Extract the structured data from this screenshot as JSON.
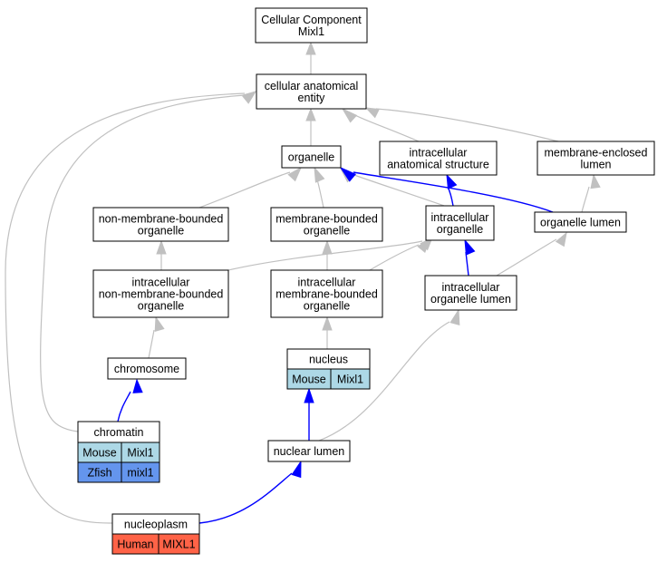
{
  "colors": {
    "edge_is_a": "#c0c0c0",
    "edge_part_of": "#0000ff",
    "mouse_cell": "#add8e6",
    "zfish_cell": "#6495ed",
    "human_cell": "#ff6347"
  },
  "nodes": {
    "cc_mixl1": {
      "lines": [
        "Cellular Component",
        "Mixl1"
      ]
    },
    "cellular_anatomical_entity": {
      "lines": [
        "cellular anatomical",
        "entity"
      ]
    },
    "organelle": {
      "lines": [
        "organelle"
      ]
    },
    "intracellular_anatomical_structure": {
      "lines": [
        "intracellular",
        "anatomical structure"
      ]
    },
    "membrane_enclosed_lumen": {
      "lines": [
        "membrane-enclosed",
        "lumen"
      ]
    },
    "non_membrane_bounded_organelle": {
      "lines": [
        "non-membrane-bounded",
        "organelle"
      ]
    },
    "membrane_bounded_organelle": {
      "lines": [
        "membrane-bounded",
        "organelle"
      ]
    },
    "intracellular_organelle": {
      "lines": [
        "intracellular",
        "organelle"
      ]
    },
    "organelle_lumen": {
      "lines": [
        "organelle lumen"
      ]
    },
    "intracellular_non_membrane_bounded_organelle": {
      "lines": [
        "intracellular",
        "non-membrane-bounded",
        "organelle"
      ]
    },
    "intracellular_membrane_bounded_organelle": {
      "lines": [
        "intracellular",
        "membrane-bounded",
        "organelle"
      ]
    },
    "intracellular_organelle_lumen": {
      "lines": [
        "intracellular",
        "organelle lumen"
      ]
    },
    "chromosome": {
      "lines": [
        "chromosome"
      ]
    },
    "nucleus": {
      "lines": [
        "nucleus"
      ],
      "annotations": [
        {
          "species": "Mouse",
          "gene": "Mixl1",
          "color": "#add8e6"
        }
      ]
    },
    "chromatin": {
      "lines": [
        "chromatin"
      ],
      "annotations": [
        {
          "species": "Mouse",
          "gene": "Mixl1",
          "color": "#add8e6"
        },
        {
          "species": "Zfish",
          "gene": "mixl1",
          "color": "#6495ed"
        }
      ]
    },
    "nuclear_lumen": {
      "lines": [
        "nuclear lumen"
      ]
    },
    "nucleoplasm": {
      "lines": [
        "nucleoplasm"
      ],
      "annotations": [
        {
          "species": "Human",
          "gene": "MIXL1",
          "color": "#ff6347"
        }
      ]
    }
  },
  "edges": [
    {
      "from": "cellular_anatomical_entity",
      "to": "cc_mixl1",
      "type": "is_a"
    },
    {
      "from": "organelle",
      "to": "cellular_anatomical_entity",
      "type": "is_a"
    },
    {
      "from": "intracellular_anatomical_structure",
      "to": "cellular_anatomical_entity",
      "type": "is_a"
    },
    {
      "from": "membrane_enclosed_lumen",
      "to": "cellular_anatomical_entity",
      "type": "is_a"
    },
    {
      "from": "non_membrane_bounded_organelle",
      "to": "organelle",
      "type": "is_a"
    },
    {
      "from": "membrane_bounded_organelle",
      "to": "organelle",
      "type": "is_a"
    },
    {
      "from": "intracellular_organelle",
      "to": "organelle",
      "type": "is_a"
    },
    {
      "from": "intracellular_organelle",
      "to": "intracellular_anatomical_structure",
      "type": "part_of"
    },
    {
      "from": "organelle_lumen",
      "to": "organelle",
      "type": "part_of"
    },
    {
      "from": "organelle_lumen",
      "to": "membrane_enclosed_lumen",
      "type": "is_a"
    },
    {
      "from": "intracellular_non_membrane_bounded_organelle",
      "to": "non_membrane_bounded_organelle",
      "type": "is_a"
    },
    {
      "from": "intracellular_non_membrane_bounded_organelle",
      "to": "intracellular_organelle",
      "type": "is_a"
    },
    {
      "from": "intracellular_membrane_bounded_organelle",
      "to": "membrane_bounded_organelle",
      "type": "is_a"
    },
    {
      "from": "intracellular_membrane_bounded_organelle",
      "to": "intracellular_organelle",
      "type": "is_a"
    },
    {
      "from": "intracellular_organelle_lumen",
      "to": "intracellular_organelle",
      "type": "part_of"
    },
    {
      "from": "intracellular_organelle_lumen",
      "to": "organelle_lumen",
      "type": "is_a"
    },
    {
      "from": "chromosome",
      "to": "intracellular_non_membrane_bounded_organelle",
      "type": "is_a"
    },
    {
      "from": "nucleus",
      "to": "intracellular_membrane_bounded_organelle",
      "type": "is_a"
    },
    {
      "from": "chromatin",
      "to": "chromosome",
      "type": "part_of"
    },
    {
      "from": "chromatin",
      "to": "cellular_anatomical_entity",
      "type": "is_a"
    },
    {
      "from": "nuclear_lumen",
      "to": "nucleus",
      "type": "part_of"
    },
    {
      "from": "nuclear_lumen",
      "to": "intracellular_organelle_lumen",
      "type": "is_a"
    },
    {
      "from": "nucleoplasm",
      "to": "nuclear_lumen",
      "type": "part_of"
    },
    {
      "from": "nucleoplasm",
      "to": "cellular_anatomical_entity",
      "type": "is_a"
    }
  ]
}
